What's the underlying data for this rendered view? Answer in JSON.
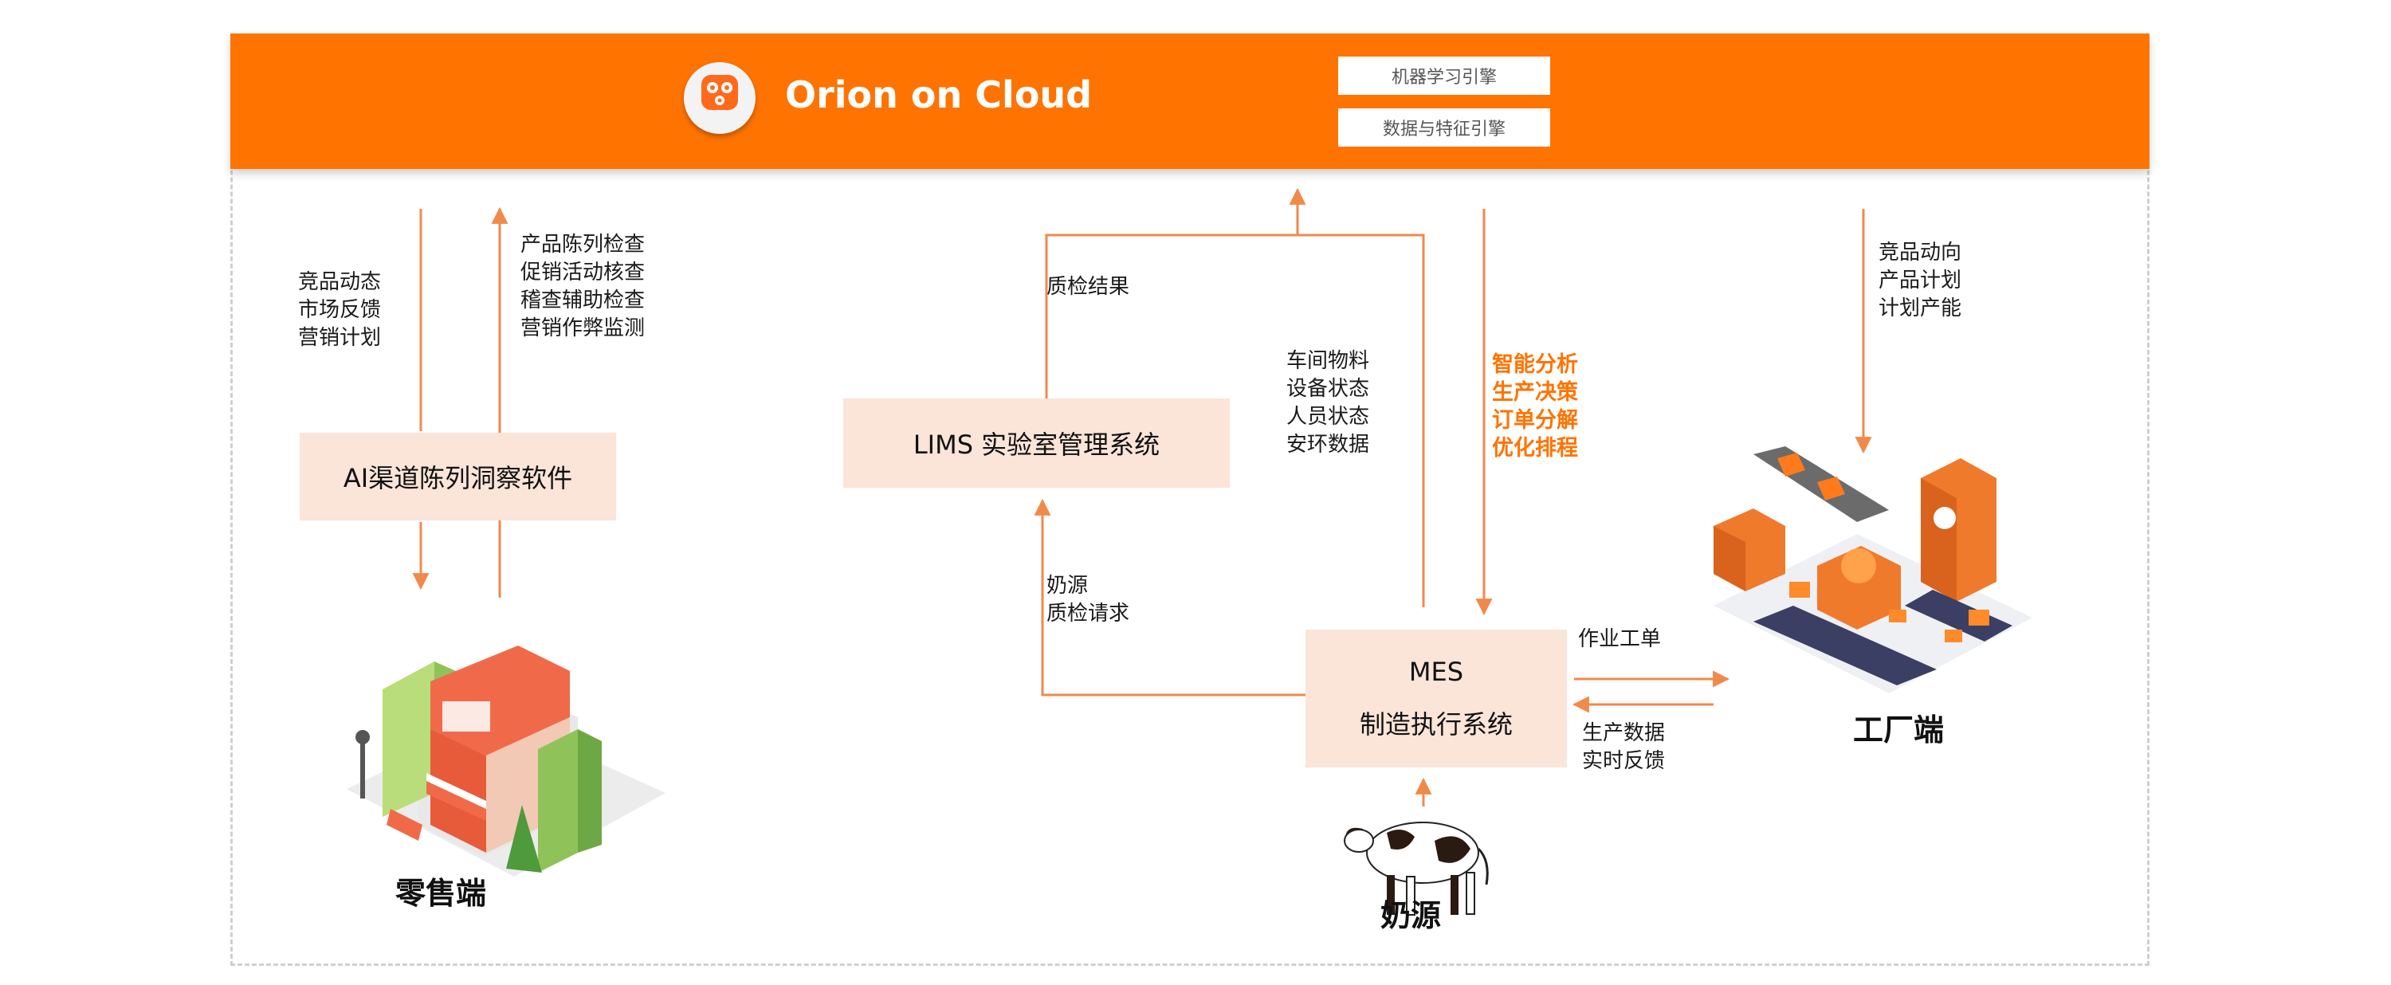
{
  "header": {
    "brand": "Orion on Cloud",
    "engines": [
      "机器学习引擎",
      "数据与特征引擎"
    ]
  },
  "left": {
    "inbound_labels": [
      "竞品动态",
      "市场反馈",
      "营销计划"
    ],
    "outbound_labels": [
      "产品陈列检查",
      "促销活动核查",
      "稽查辅助检查",
      "营销作弊监测"
    ],
    "system_box": "AI渠道陈列洞察软件",
    "node_caption": "零售端"
  },
  "center": {
    "lims_box": "LIMS 实验室管理系统",
    "qc_result_label": "质检结果",
    "milk_request_labels": [
      "奶源",
      "质检请求"
    ],
    "workshop_labels": [
      "车间物料",
      "设备状态",
      "人员状态",
      "安环数据"
    ],
    "mes_box": {
      "line1": "MES",
      "line2": "制造执行系统"
    },
    "milk_caption": "奶源"
  },
  "analytics_labels": [
    "智能分析",
    "生产决策",
    "订单分解",
    "优化排程"
  ],
  "right": {
    "inbound_labels": [
      "竞品动向",
      "产品计划",
      "计划产能"
    ],
    "work_order_label": "作业工单",
    "feedback_labels": [
      "生产数据",
      "实时反馈"
    ],
    "node_caption": "工厂端"
  },
  "colors": {
    "accent": "#ff7300",
    "arrow": "#f08a4b",
    "box_fill": "#fbe4d8",
    "dashed_border": "#cfcfcf"
  }
}
